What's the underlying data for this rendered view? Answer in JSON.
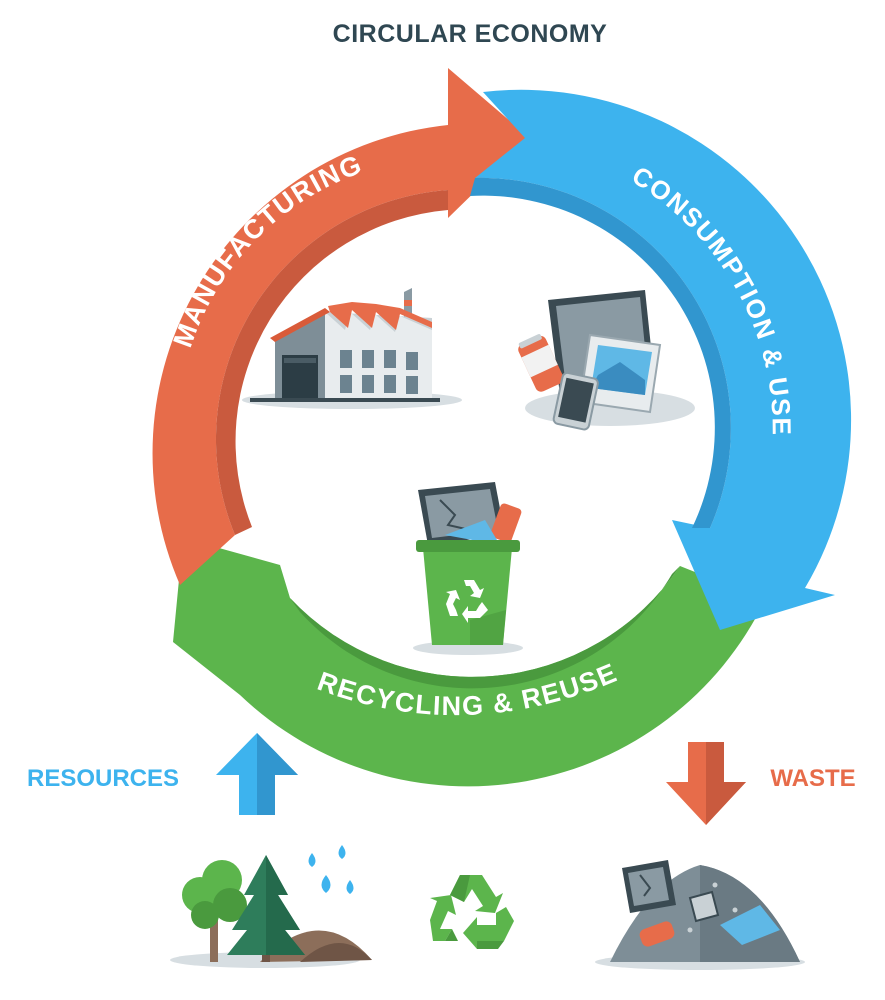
{
  "title": "CIRCULAR ECONOMY",
  "stages": [
    {
      "label": "MANUFACTURING",
      "color": "#E76C4A",
      "shade": "#C95A3E",
      "icon": "factory-icon"
    },
    {
      "label": "CONSUMPTION & USE",
      "color": "#3DB3EE",
      "shade": "#3196CF",
      "icon": "devices-icon"
    },
    {
      "label": "RECYCLING & REUSE",
      "color": "#5CB54C",
      "shade": "#4A9A3E",
      "icon": "recycle-bin-icon"
    }
  ],
  "resources": {
    "label": "RESOURCES",
    "color": "#3DB3EE",
    "icon": "nature-resources-icon"
  },
  "waste": {
    "label": "WASTE",
    "color": "#E76C4A",
    "icon": "waste-pile-icon"
  },
  "bottom_icon": "recycle-symbol-icon",
  "text_color": "#2F4752"
}
